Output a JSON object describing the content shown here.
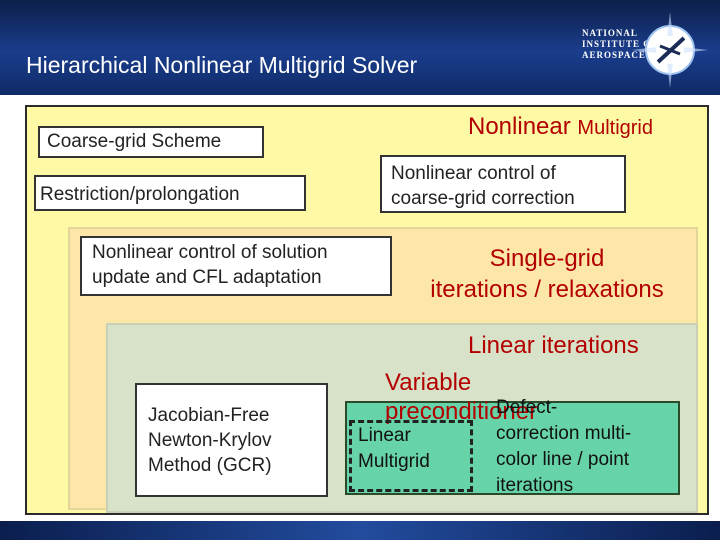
{
  "header": {
    "title": "Hierarchical Nonlinear Multigrid Solver",
    "logo_lines": [
      "NATIONAL",
      "INSTITUTE OF",
      "AEROSPACE"
    ]
  },
  "boxes": {
    "coarse": "Coarse-grid Scheme",
    "restriction": "Restriction/prolongation",
    "nonlinear_ctrl_coarse": [
      "Nonlinear control of",
      "coarse-grid correction"
    ],
    "nonlinear_ctrl_solution": [
      "Nonlinear control of solution",
      "update and CFL adaptation"
    ],
    "jfnk": [
      "Jacobian-Free",
      "Newton-Krylov",
      "Method (GCR)"
    ]
  },
  "labels": {
    "nonlinear_multigrid_a": "Nonlinear",
    "nonlinear_multigrid_b": "Multigrid",
    "single_grid": [
      "Single-grid",
      "iterations / relaxations"
    ],
    "linear_iterations": "Linear iterations",
    "variable_preconditioner": [
      "Variable",
      "preconditioner"
    ],
    "linear_multigrid": [
      "Linear",
      "Multigrid"
    ],
    "defect_correction": [
      "Defect-",
      "correction multi-",
      "color line / point",
      "iterations"
    ]
  },
  "colors": {
    "header_bg": "#1a3d8c",
    "outer_bg": "#fef9a5",
    "mid_bg": "#fde7a8",
    "inner_bg": "#d7e2c8",
    "precond_bg": "#66d3a8",
    "label_red": "#b30000"
  }
}
